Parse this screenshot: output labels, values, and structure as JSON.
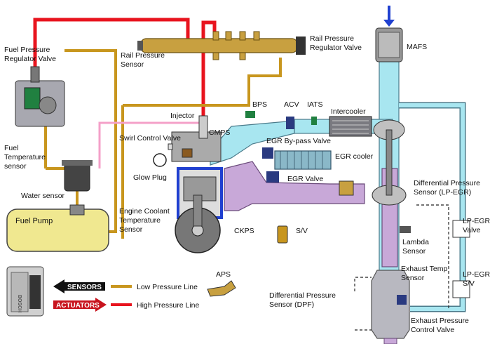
{
  "labels": {
    "fuel_pressure_regulator": [
      "Fuel Pressure",
      "Regulator Valve"
    ],
    "rail_pressure_sensor": [
      "Rail Pressure",
      "Sensor"
    ],
    "rail_pressure_regulator": [
      "Rail Pressure",
      "Regulator Valve"
    ],
    "mafs": "MAFS",
    "bps": "BPS",
    "acv": "ACV",
    "iats": "IATS",
    "intercooler": "Intercooler",
    "injector": "Injector",
    "cmps": "CMPS",
    "swirl_control_valve": "Swirl Control Valve",
    "egr_bypass_valve": "EGR By-pass Valve",
    "egr_cooler": "EGR cooler",
    "glow_plug": "Glow Plug",
    "egr_valve": "EGR Valve",
    "fuel_temperature_sensor": [
      "Fuel",
      "Temperature",
      "sensor"
    ],
    "water_sensor": "Water sensor",
    "fuel_pump": "Fuel Pump",
    "engine_coolant_temp_sensor": [
      "Engine Coolant",
      "Temperature",
      "Sensor"
    ],
    "differential_pressure_lp_egr": [
      "Differential Pressure",
      "Sensor (LP-EGR)"
    ],
    "ckps": "CKPS",
    "sv": "S/V",
    "lambda_sensor": [
      "Lambda",
      "Sensor"
    ],
    "lp_egr_valve": [
      "LP-EGR",
      "Valve"
    ],
    "exhaust_temp_sensor": [
      "Exhaust Temp",
      "Sensor"
    ],
    "lp_egr_sv": [
      "LP-EGR",
      "S/V"
    ],
    "aps": "APS",
    "differential_pressure_dpf": [
      "Differential Pressure",
      "Sensor (DPF)"
    ],
    "exhaust_pressure_control": [
      "Exhaust Pressure",
      "Control Valve"
    ]
  },
  "legend": {
    "sensors": "SENSORS",
    "actuators": "ACTUATORS",
    "low_pressure_line": "Low Pressure Line",
    "high_pressure_line": "High Pressure Line",
    "ecu_brand": "BOSCH"
  },
  "colors": {
    "low_pressure": "#c8961e",
    "high_pressure": "#e8141e",
    "return_line": "#f4a0c8",
    "intake_air": "#a8e6f0",
    "exhaust": "#c8a8d8",
    "fuel_tank": "#f0e890"
  }
}
